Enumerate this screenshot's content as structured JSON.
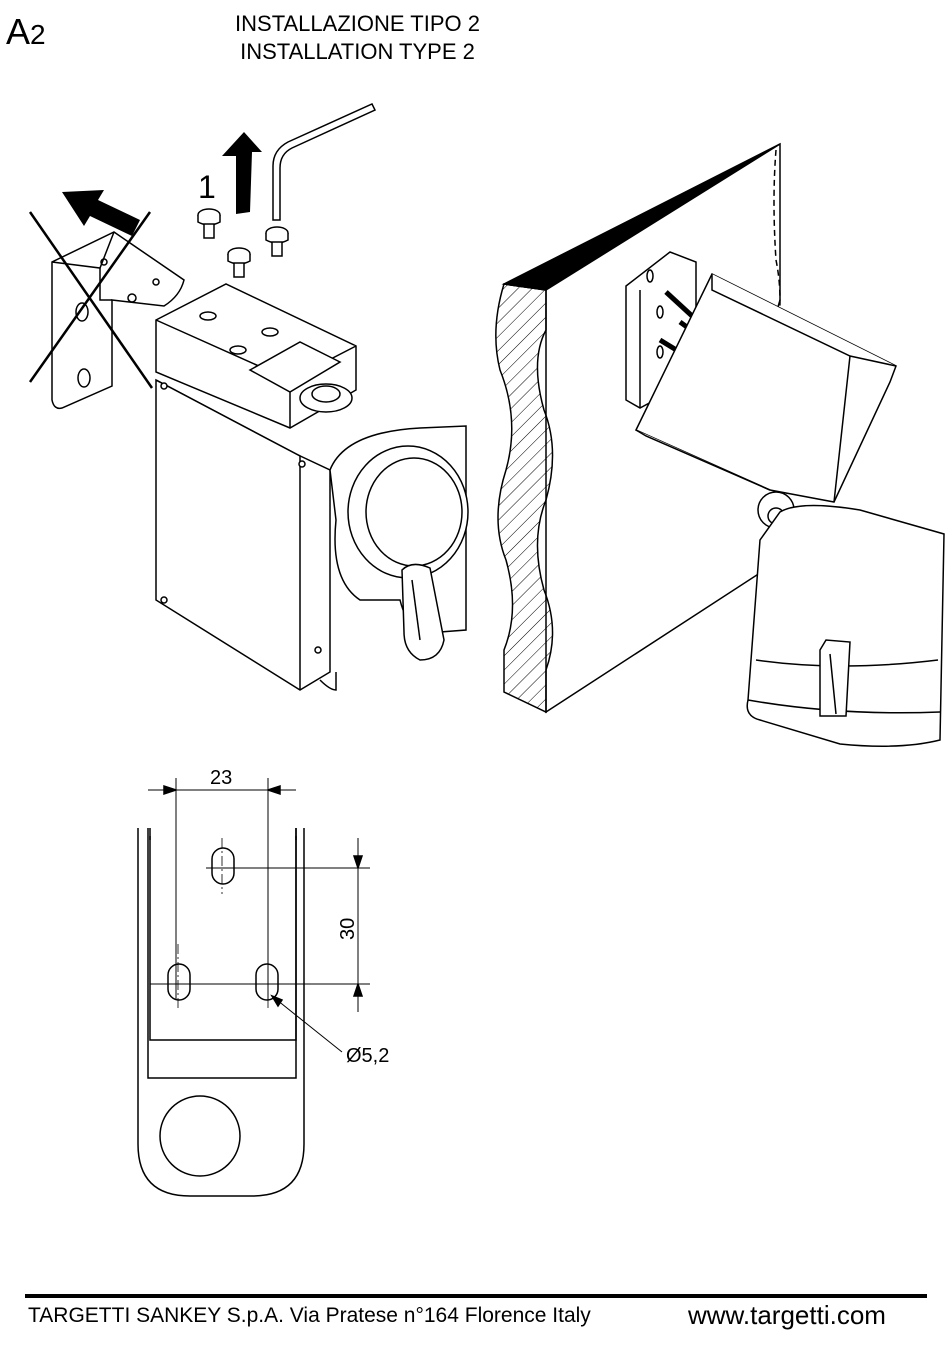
{
  "header": {
    "page_code_letter": "A",
    "page_code_number": "2",
    "title_it": "INSTALLAZIONE TIPO 2",
    "title_en": "INSTALLATION TYPE 2"
  },
  "steps": {
    "step_1": "1"
  },
  "dimensions": {
    "horizontal_spacing": "23",
    "vertical_spacing": "30",
    "hole_diameter": "Ø5,2"
  },
  "footer": {
    "company_address": "TARGETTI SANKEY S.p.A. Via Pratese n°164 Florence Italy",
    "website": "www.targetti.com"
  }
}
